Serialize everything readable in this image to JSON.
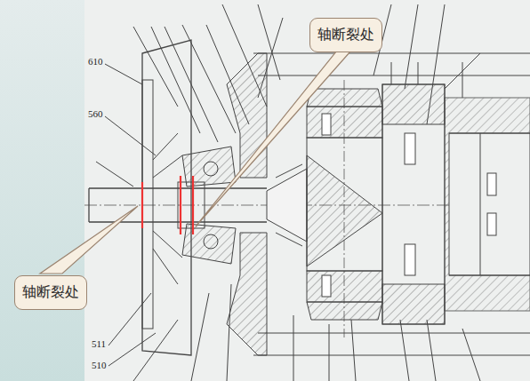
{
  "diagram": {
    "nodes": [
      {
        "text": [
          "轴断裂处"
        ]
      },
      {
        "text": [
          "轴断裂处"
        ]
      }
    ],
    "labels": [
      "610",
      "560",
      "511",
      "510"
    ]
  }
}
